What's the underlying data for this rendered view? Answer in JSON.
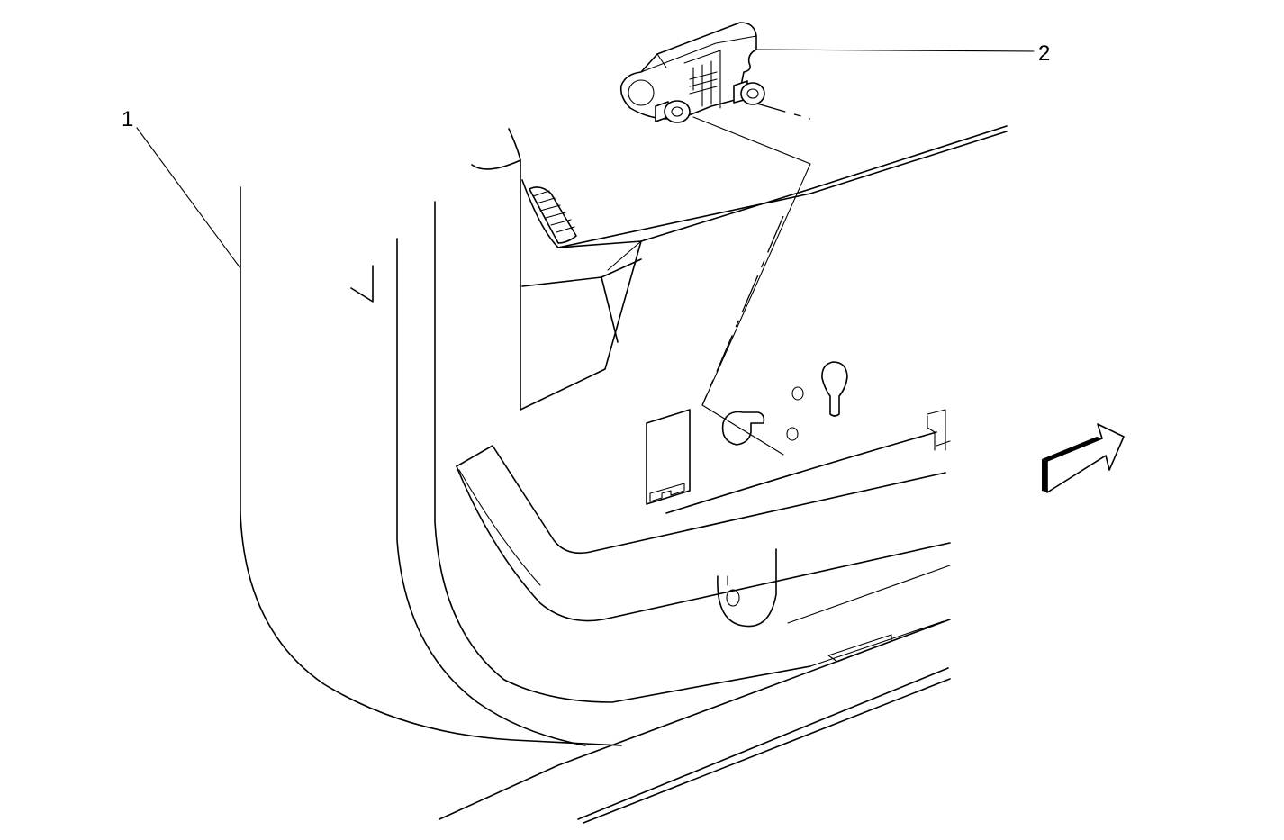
{
  "callouts": [
    {
      "id": "1",
      "label": "1"
    },
    {
      "id": "2",
      "label": "2"
    }
  ],
  "icons": {
    "direction_arrow": "forward-arrow-icon"
  },
  "colors": {
    "line": "#000000",
    "background": "#ffffff"
  }
}
